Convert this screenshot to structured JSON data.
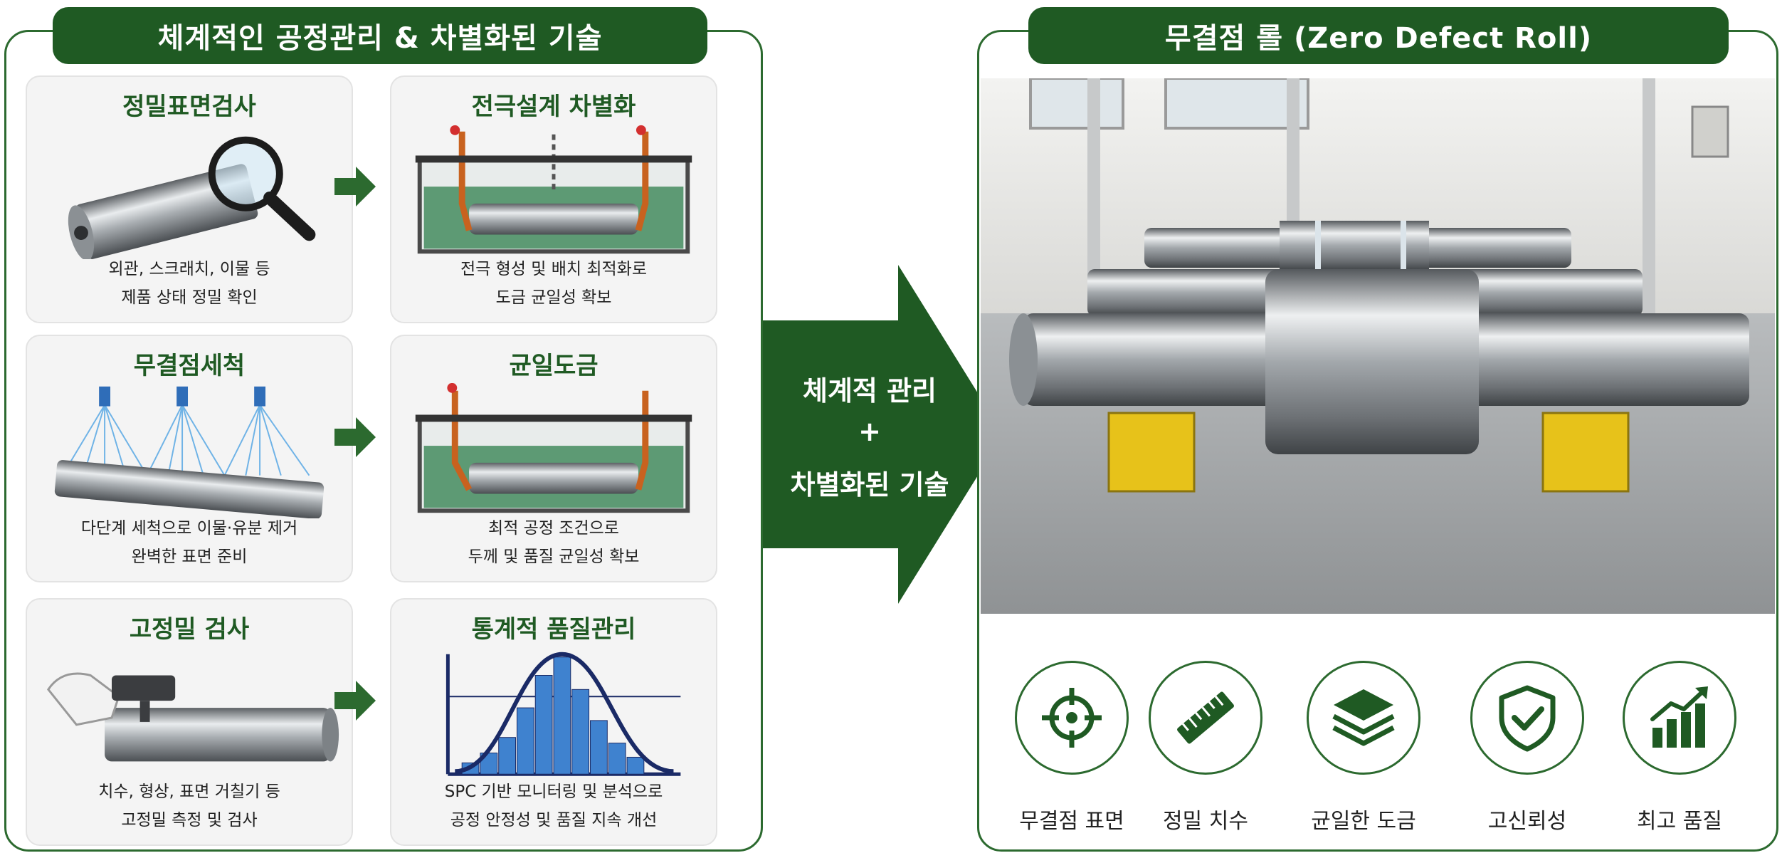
{
  "left": {
    "banner": "체계적인 공정관리 & 차별화된 기술",
    "cards": [
      {
        "title": "정밀표면검사",
        "lines": [
          "외관, 스크래치, 이물 등",
          "제품 상태 정밀 확인"
        ]
      },
      {
        "title": "전극설계 차별화",
        "lines": [
          "전극 형성 및 배치 최적화로",
          "도금 균일성 확보"
        ]
      },
      {
        "title": "무결점세척",
        "lines": [
          "다단계 세척으로 이물·유분 제거",
          "완벽한 표면 준비"
        ]
      },
      {
        "title": "균일도금",
        "lines": [
          "최적 공정 조건으로",
          "두께 및 품질 균일성 확보"
        ]
      },
      {
        "title": "고정밀 검사",
        "lines": [
          "치수, 형상, 표면 거칠기 등",
          "고정밀 측정 및 검사"
        ]
      },
      {
        "title": "통계적 품질관리",
        "lines": [
          "SPC 기반 모니터링 및 분석으로",
          "공정 안정성 및 품질 지속 개선"
        ]
      }
    ]
  },
  "center": {
    "line1": "체계적 관리",
    "line2": "+",
    "line3": "차별화된 기술"
  },
  "right": {
    "banner": "무결점 롤 (Zero Defect Roll)",
    "features": [
      {
        "label": "무결점 표면",
        "icon": "crosshair-icon"
      },
      {
        "label": "정밀 치수",
        "icon": "ruler-icon"
      },
      {
        "label": "균일한 도금",
        "icon": "layers-icon"
      },
      {
        "label": "고신뢰성",
        "icon": "shield-check-icon"
      },
      {
        "label": "최고 품질",
        "icon": "growth-chart-icon"
      }
    ]
  },
  "colors": {
    "primary_green": "#1f5a23",
    "accent_green": "#2c6a2f",
    "yellow_support": "#e7c21a",
    "electrode_orange": "#c8621f",
    "spc_blue": "#2f6db8"
  }
}
